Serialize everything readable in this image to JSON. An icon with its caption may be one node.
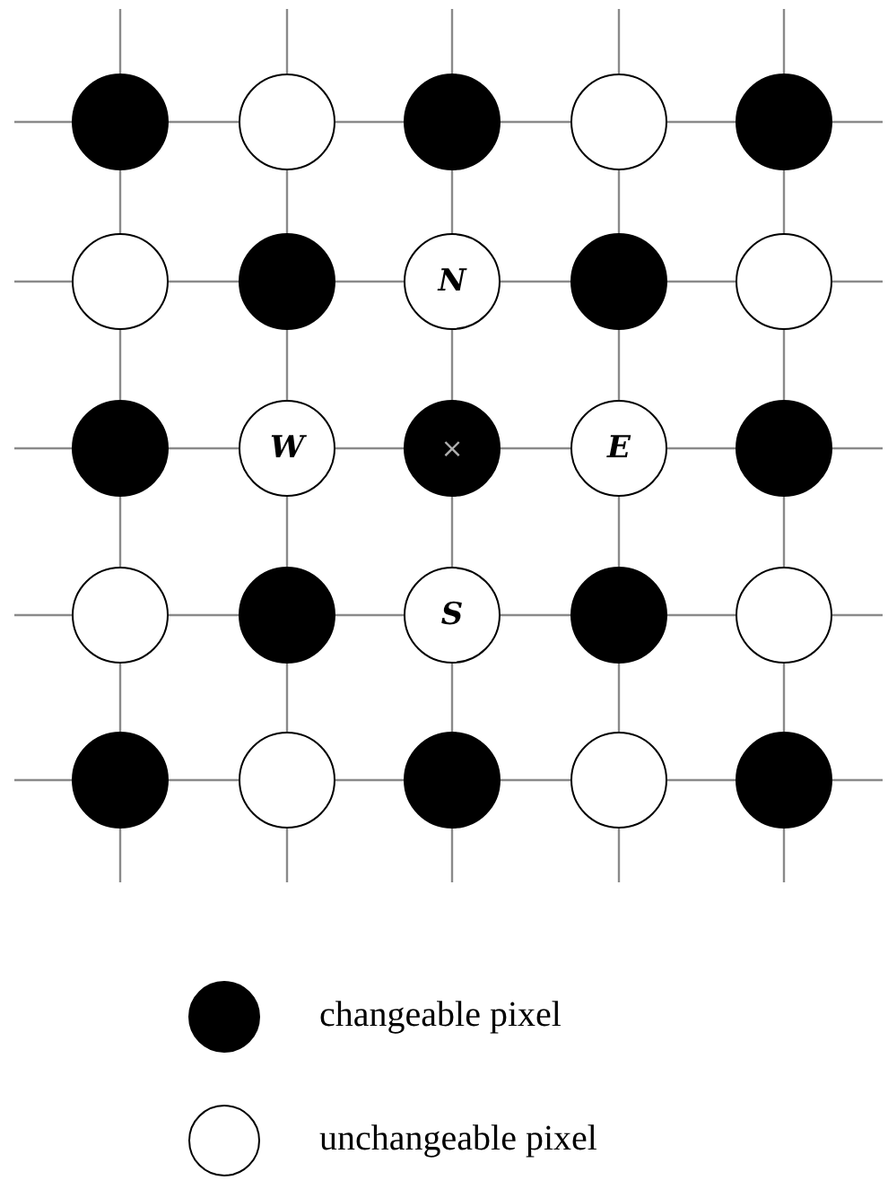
{
  "diagram": {
    "nodes": [
      {
        "text": [],
        "shape": "circle"
      },
      {
        "text": [],
        "shape": "circle"
      },
      {
        "text": [],
        "shape": "circle"
      },
      {
        "text": [],
        "shape": "circle"
      },
      {
        "text": [],
        "shape": "circle"
      },
      {
        "text": [],
        "shape": "circle"
      },
      {
        "text": [],
        "shape": "circle"
      },
      {
        "text": [
          "N"
        ]
      },
      {
        "text": [],
        "shape": "circle"
      },
      {
        "text": [],
        "shape": "circle"
      },
      {
        "text": [],
        "shape": "circle"
      },
      {
        "text": [
          "W"
        ]
      },
      {
        "text": [
          "×"
        ]
      },
      {
        "text": [
          "E"
        ]
      },
      {
        "text": [],
        "shape": "circle"
      },
      {
        "text": [],
        "shape": "circle"
      },
      {
        "text": [],
        "shape": "circle"
      },
      {
        "text": [
          "S"
        ]
      },
      {
        "text": [],
        "shape": "circle"
      },
      {
        "text": [],
        "shape": "circle"
      },
      {
        "text": [],
        "shape": "circle"
      },
      {
        "text": [],
        "shape": "circle"
      },
      {
        "text": [],
        "shape": "circle"
      },
      {
        "text": [],
        "shape": "circle"
      },
      {
        "text": [],
        "shape": "circle"
      }
    ],
    "edges": [
      {
        "from": null,
        "to": 0,
        "arrow": "none"
      },
      {
        "from": 0,
        "to": 1,
        "arrow": "none"
      },
      {
        "from": 1,
        "to": 2,
        "arrow": "none"
      },
      {
        "from": 2,
        "to": 3,
        "arrow": "none"
      },
      {
        "from": 3,
        "to": 4,
        "arrow": "none"
      },
      {
        "from": 4,
        "to": null,
        "arrow": "none"
      },
      {
        "from": null,
        "to": 5,
        "arrow": "none"
      },
      {
        "from": 5,
        "to": 6,
        "arrow": "none"
      },
      {
        "from": 6,
        "to": 7,
        "arrow": "none"
      },
      {
        "from": 7,
        "to": 8,
        "arrow": "none"
      },
      {
        "from": 8,
        "to": 9,
        "arrow": "none"
      },
      {
        "from": 9,
        "to": null,
        "arrow": "none"
      },
      {
        "from": null,
        "to": 10,
        "arrow": "none"
      },
      {
        "from": 10,
        "to": 11,
        "arrow": "none"
      },
      {
        "from": 11,
        "to": 12,
        "arrow": "none"
      },
      {
        "from": 12,
        "to": 13,
        "arrow": "none"
      },
      {
        "from": 13,
        "to": 14,
        "arrow": "none"
      },
      {
        "from": 14,
        "to": null,
        "arrow": "none"
      },
      {
        "from": null,
        "to": 15,
        "arrow": "none"
      },
      {
        "from": 15,
        "to": 16,
        "arrow": "none"
      },
      {
        "from": 16,
        "to": 17,
        "arrow": "none"
      },
      {
        "from": 17,
        "to": 18,
        "arrow": "none"
      },
      {
        "from": 18,
        "to": 19,
        "arrow": "none"
      },
      {
        "from": 19,
        "to": null,
        "arrow": "none"
      },
      {
        "from": null,
        "to": 20,
        "arrow": "none"
      },
      {
        "from": 20,
        "to": 21,
        "arrow": "none"
      },
      {
        "from": 21,
        "to": 22,
        "arrow": "none"
      },
      {
        "from": 22,
        "to": 23,
        "arrow": "none"
      },
      {
        "from": 23,
        "to": 24,
        "arrow": "none"
      },
      {
        "from": 24,
        "to": null,
        "arrow": "none"
      },
      {
        "from": null,
        "to": 0,
        "arrow": "none"
      },
      {
        "from": 0,
        "to": 5,
        "arrow": "none"
      },
      {
        "from": 5,
        "to": 10,
        "arrow": "none"
      },
      {
        "from": 10,
        "to": 15,
        "arrow": "none"
      },
      {
        "from": 15,
        "to": 20,
        "arrow": "none"
      },
      {
        "from": 20,
        "to": null,
        "arrow": "none"
      },
      {
        "from": null,
        "to": 1,
        "arrow": "none"
      },
      {
        "from": 1,
        "to": 6,
        "arrow": "none"
      },
      {
        "from": 6,
        "to": 11,
        "arrow": "none"
      },
      {
        "from": 11,
        "to": 16,
        "arrow": "none"
      },
      {
        "from": 16,
        "to": 21,
        "arrow": "none"
      },
      {
        "from": 21,
        "to": null,
        "arrow": "none"
      },
      {
        "from": null,
        "to": 2,
        "arrow": "none"
      },
      {
        "from": 2,
        "to": 7,
        "arrow": "none"
      },
      {
        "from": 7,
        "to": 12,
        "arrow": "none"
      },
      {
        "from": 12,
        "to": 17,
        "arrow": "none"
      },
      {
        "from": 17,
        "to": 22,
        "arrow": "none"
      },
      {
        "from": 22,
        "to": null,
        "arrow": "none"
      },
      {
        "from": null,
        "to": 3,
        "arrow": "none"
      },
      {
        "from": 3,
        "to": 8,
        "arrow": "none"
      },
      {
        "from": 8,
        "to": 13,
        "arrow": "none"
      },
      {
        "from": 13,
        "to": 18,
        "arrow": "none"
      },
      {
        "from": 18,
        "to": 23,
        "arrow": "none"
      },
      {
        "from": 23,
        "to": null,
        "arrow": "none"
      },
      {
        "from": null,
        "to": 4,
        "arrow": "none"
      },
      {
        "from": 4,
        "to": 9,
        "arrow": "none"
      },
      {
        "from": 9,
        "to": 14,
        "arrow": "none"
      },
      {
        "from": 14,
        "to": 19,
        "arrow": "none"
      },
      {
        "from": 19,
        "to": 24,
        "arrow": "none"
      },
      {
        "from": 24,
        "to": null,
        "arrow": "none"
      }
    ],
    "legend": [
      {
        "text": "changeable pixel",
        "color": "#000000"
      },
      {
        "text": "unchangeable pixel",
        "color": "#ffffff"
      }
    ]
  }
}
